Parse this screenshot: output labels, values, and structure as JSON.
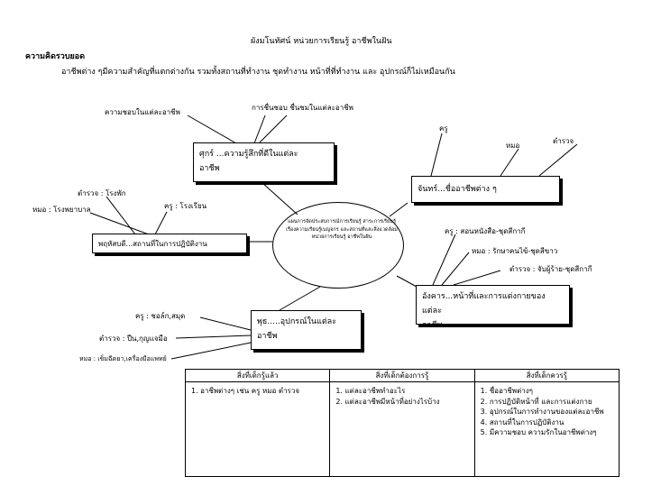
{
  "title": "ผังมโนทัศน์ หน่วยการเรียนรู้  อาชีพในฝัน",
  "concept": {
    "heading": "ความคิดรวบยอด",
    "text": "อาชีพต่าง ๆมีความสำคัญที่แตกต่างกัน รวมทั้งสถานที่ทำงาน ชุดทำงาน หน้าที่ที่ทำงาน และ อุปกรณ์ก็ไม่เหมือนกัน"
  },
  "center": "แผนการจัดประสบการณ์การเรียนรู้ สาระการเรียนรู้ เรื่องความเรียนรู้เบญจกร และสถานที่และสิ่งแวดล้อม หน่วยการเรียนรู้ อาชีพในฝัน",
  "friday": {
    "line1": "ศุกร์ ...ความรู้สึกที่ดีในแต่ละ",
    "line2": "อาชีพ",
    "label_a": "ความชอบในแต่ละอาชีพ",
    "label_b": "การชื่นชอบ ชื่นชมในแต่ละอาชีพ"
  },
  "monday": {
    "title": "จันทร์...ชื่ออาชีพต่าง ๆ",
    "teacher": "ครู",
    "doctor": "หมอ",
    "police": "ตำรวจ"
  },
  "wednesday": {
    "title": "พฤหัสบดี...สถานที่ในการปฏิบัติงาน",
    "police": "ตำรวจ : โรงพัก",
    "doctor": "หมอ : โรงพยาบาล",
    "teacher": "ครู : โรงเรียน"
  },
  "tuesday": {
    "line1": "อังคาร...หน้าที่และการแต่งกายของแต่ละ",
    "line2": "อาชีพ",
    "teacher": "ครู : สอนหนังสือ-ชุดสีกากี",
    "doctor": "หมอ : รักษาคนไข้-ชุดสีขาว",
    "police": "ตำรวจ : จับผู้ร้าย-ชุดสีกากี"
  },
  "thursday": {
    "line1": "พุธ.....อุปกรณ์ในแต่ละ",
    "line2": "อาชีพ",
    "teacher": "ครู : ชอล์ก,สมุด",
    "police": "ตำรวจ : ปืน,กุญแจมือ",
    "doctor": "หมอ : เข็มฉีดยา,เครื่องมือแพทย์"
  },
  "table": {
    "headers": [
      "สิ่งที่เด็กรู้แล้ว",
      "สิ่งที่เด็กต้องการรู้",
      "สิ่งที่เด็กควรรู้"
    ],
    "col1": [
      "1. อาชีพต่างๆ เช่น ครู หมอ ตำรวจ"
    ],
    "col2": [
      "1. แต่ละอาชีพทำอะไร",
      "2. แต่ละอาชีพมีหน้าที่อย่างไรบ้าง"
    ],
    "col3": [
      "1. ชื่ออาชีพต่างๆ",
      "2. การปฏิบัติหน้าที่ และการแต่งกาย",
      "3. อุปกรณ์ในการทำงานของแต่ละอาชีพ",
      "4. สถานที่ในการปฏิบัติงาน",
      "5. มีความชอบ ความรักในอาชีพต่างๆ"
    ]
  }
}
